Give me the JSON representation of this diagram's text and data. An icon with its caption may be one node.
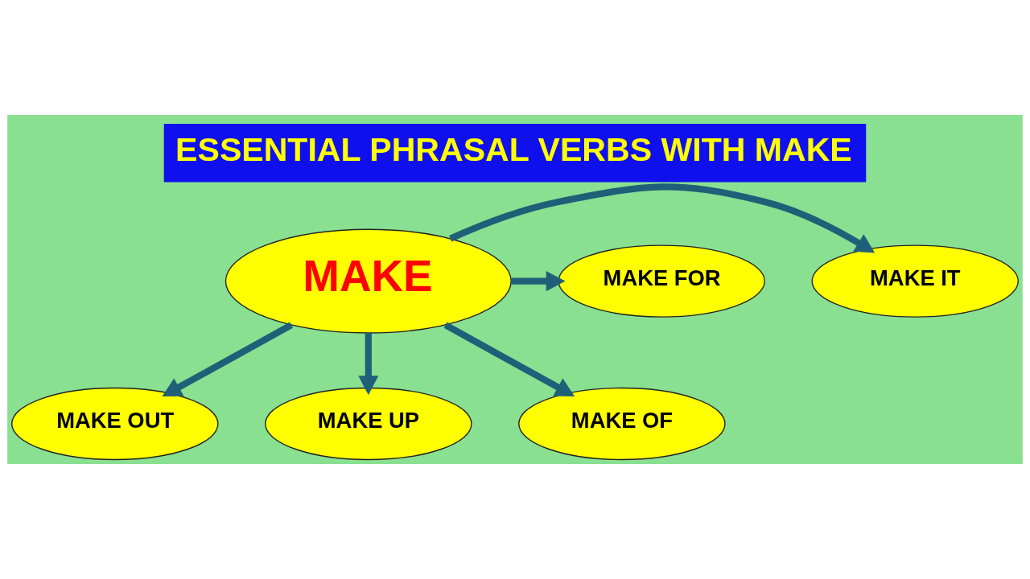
{
  "diagram": {
    "title": "ESSENTIAL PHRASAL VERBS WITH MAKE",
    "nodes": [
      {
        "text": [
          "MAKE"
        ]
      },
      {
        "text": [
          "MAKE IT"
        ]
      },
      {
        "text": [
          "MAKE FOR"
        ]
      },
      {
        "text": [
          "MAKE OUT"
        ]
      },
      {
        "text": [
          "MAKE UP"
        ]
      },
      {
        "text": [
          "MAKE OF"
        ]
      }
    ],
    "edges": [
      {
        "from": 0,
        "to": 1,
        "arrow": "to"
      },
      {
        "from": 0,
        "to": 2,
        "arrow": "to"
      },
      {
        "from": 0,
        "to": 3,
        "arrow": "to"
      },
      {
        "from": 0,
        "to": 4,
        "arrow": "to"
      },
      {
        "from": 0,
        "to": 5,
        "arrow": "to"
      }
    ]
  }
}
